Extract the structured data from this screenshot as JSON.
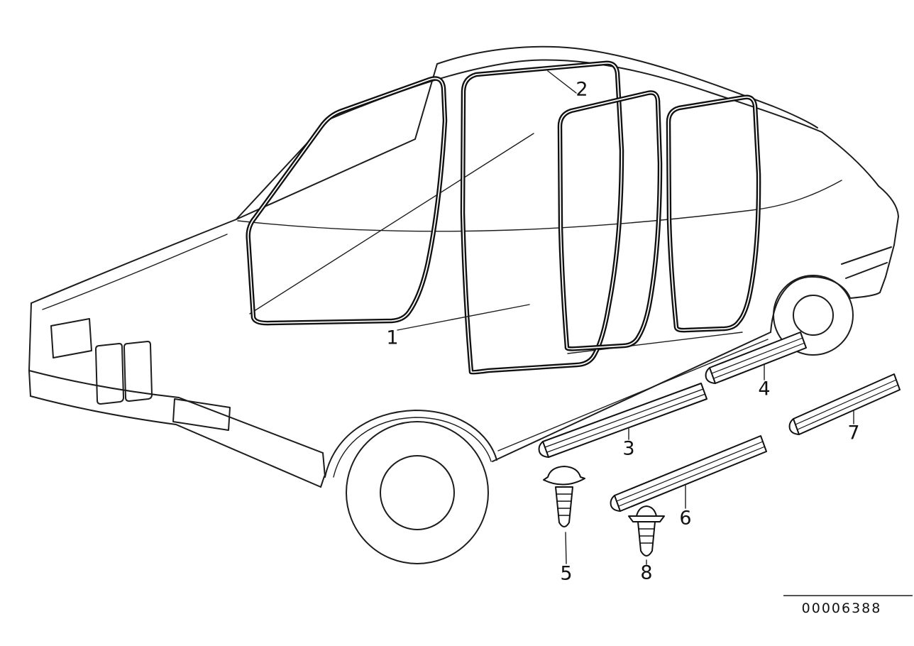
{
  "page": {
    "background": "#ffffff",
    "line_color": "#1c1c1c"
  },
  "diagram": {
    "type": "vehicle-parts-line-drawing",
    "drawing_number": "00006388",
    "callouts": [
      {
        "label": "1"
      },
      {
        "label": "2"
      },
      {
        "label": "3"
      },
      {
        "label": "4"
      },
      {
        "label": "5"
      },
      {
        "label": "6"
      },
      {
        "label": "7"
      },
      {
        "label": "8"
      }
    ]
  }
}
